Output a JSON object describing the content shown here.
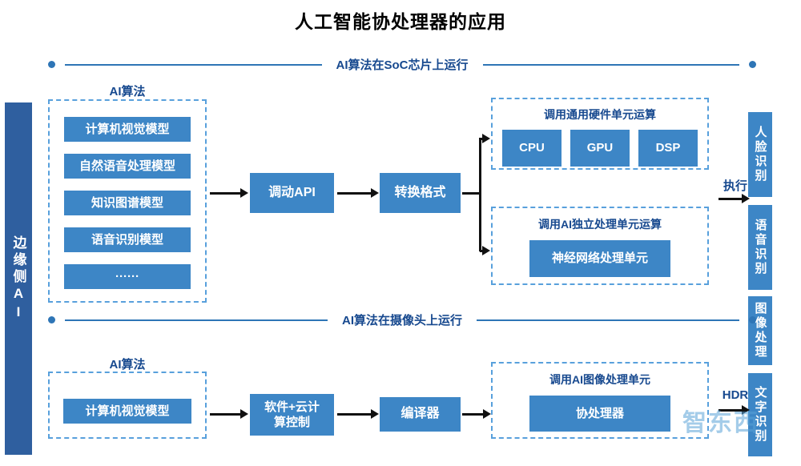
{
  "title": "人工智能协处理器的应用",
  "left_bar": {
    "label": "边缘侧AI"
  },
  "section1": {
    "header": "AI算法在SoC芯片上运行",
    "algo_group": {
      "label": "AI算法",
      "items": [
        "计算机视觉模型",
        "自然语音处理模型",
        "知识图谱模型",
        "语音识别模型",
        "······"
      ]
    },
    "api_box": "调动API",
    "convert_box": "转换格式",
    "hw_group": {
      "label": "调用通用硬件单元运算",
      "items": [
        "CPU",
        "GPU",
        "DSP"
      ]
    },
    "npu_group": {
      "label": "调用AI独立处理单元运算",
      "item": "神经网络处理单元"
    },
    "exec_label": "执行"
  },
  "section2": {
    "header": "AI算法在摄像头上运行",
    "algo_group": {
      "label": "AI算法",
      "item": "计算机视觉模型"
    },
    "control_box": "软件+云计算控制",
    "compiler_box": "编译器",
    "img_group": {
      "label": "调用AI图像处理单元",
      "item": "协处理器"
    },
    "hdr_label": "HDR"
  },
  "outputs": [
    "人脸识别",
    "语音识别",
    "图像处理",
    "文字识别"
  ],
  "watermark": "智东西",
  "colors": {
    "box_blue": "#3d86c6",
    "bar_blue": "#2f5f9f",
    "dashed_blue": "#58a0dc",
    "header_blue": "#17498f",
    "line_blue": "#2e75b6",
    "arrow_black": "#111111"
  }
}
